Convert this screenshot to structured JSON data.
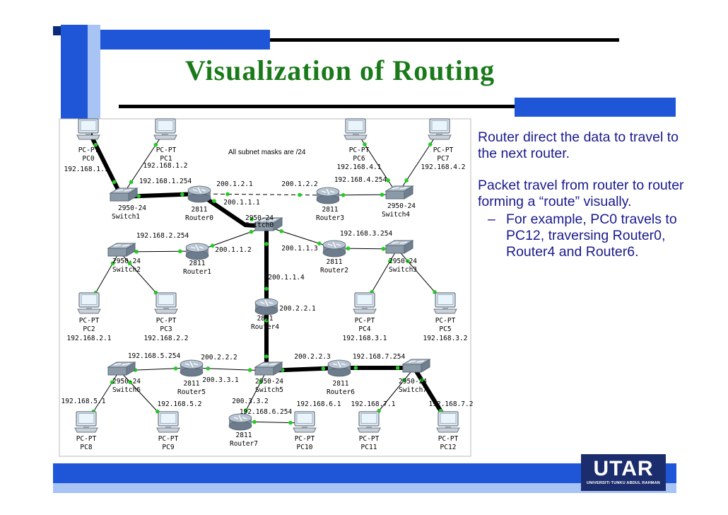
{
  "slide": {
    "title": "Visualization of Routing",
    "bullets": [
      "Router direct the data to travel to the next router.",
      "Packet travel from router to router forming a “route” visually."
    ],
    "sub_bullet_dash": "–",
    "sub_bullet": "For example, PC0 travels to PC12, traversing Router0, Router4 and Router6.",
    "logo_main": "UTAR",
    "logo_sub": "UNIVERSITI TUNKU ABDUL RAHMAN",
    "colors": {
      "title": "#1a7a1a",
      "text": "#1a1a8c",
      "accent_blue": "#1f56d8",
      "light_blue": "#a8c4f5",
      "logo_bg": "#1c2d6e",
      "link_dot": "#22cc22",
      "route": "#000000"
    }
  },
  "diagram": {
    "note": "All subnet masks are /24",
    "devices": [
      {
        "id": "pc0",
        "type": "pc",
        "kind": "PC-PT",
        "name": "PC0",
        "ip": "192.168.1.1"
      },
      {
        "id": "pc1",
        "type": "pc",
        "kind": "PC-PT",
        "name": "PC1",
        "ip": "192.168.1.2"
      },
      {
        "id": "pc6",
        "type": "pc",
        "kind": "PC-PT",
        "name": "PC6",
        "ip": "192.168.4.1"
      },
      {
        "id": "pc7",
        "type": "pc",
        "kind": "PC-PT",
        "name": "PC7",
        "ip": "192.168.4.2"
      },
      {
        "id": "pc2",
        "type": "pc",
        "kind": "PC-PT",
        "name": "PC2",
        "ip": "192.168.2.1"
      },
      {
        "id": "pc3",
        "type": "pc",
        "kind": "PC-PT",
        "name": "PC3",
        "ip": "192.168.2.2"
      },
      {
        "id": "pc4",
        "type": "pc",
        "kind": "PC-PT",
        "name": "PC4",
        "ip": "192.168.3.1"
      },
      {
        "id": "pc5",
        "type": "pc",
        "kind": "PC-PT",
        "name": "PC5",
        "ip": "192.168.3.2"
      },
      {
        "id": "pc8",
        "type": "pc",
        "kind": "PC-PT",
        "name": "PC8",
        "ip": ""
      },
      {
        "id": "pc9",
        "type": "pc",
        "kind": "PC-PT",
        "name": "PC9",
        "ip": ""
      },
      {
        "id": "pc10",
        "type": "pc",
        "kind": "PC-PT",
        "name": "PC10",
        "ip": ""
      },
      {
        "id": "pc11",
        "type": "pc",
        "kind": "PC-PT",
        "name": "PC11",
        "ip": ""
      },
      {
        "id": "pc12",
        "type": "pc",
        "kind": "PC-PT",
        "name": "PC12",
        "ip": ""
      },
      {
        "id": "sw1",
        "type": "switch",
        "kind": "2950-24",
        "name": "Switch1"
      },
      {
        "id": "sw4",
        "type": "switch",
        "kind": "2950-24",
        "name": "Switch4"
      },
      {
        "id": "sw0",
        "type": "switch",
        "kind": "2950-24",
        "name": "Switch0"
      },
      {
        "id": "sw2",
        "type": "switch",
        "kind": "2950-24",
        "name": "Switch2"
      },
      {
        "id": "sw3",
        "type": "switch",
        "kind": "2950-24",
        "name": "Switch3"
      },
      {
        "id": "sw6",
        "type": "switch",
        "kind": "2950-24",
        "name": "Switch6"
      },
      {
        "id": "sw5",
        "type": "switch",
        "kind": "2950-24",
        "name": "Switch5"
      },
      {
        "id": "sw7",
        "type": "switch",
        "kind": "2950-24",
        "name": "Switch7"
      },
      {
        "id": "r0",
        "type": "router",
        "kind": "2811",
        "name": "Router0"
      },
      {
        "id": "r3",
        "type": "router",
        "kind": "2811",
        "name": "Router3"
      },
      {
        "id": "r1",
        "type": "router",
        "kind": "2811",
        "name": "Router1"
      },
      {
        "id": "r2",
        "type": "router",
        "kind": "2811",
        "name": "Router2"
      },
      {
        "id": "r4",
        "type": "router",
        "kind": "2811",
        "name": "Router4"
      },
      {
        "id": "r5",
        "type": "router",
        "kind": "2811",
        "name": "Router5"
      },
      {
        "id": "r6",
        "type": "router",
        "kind": "2811",
        "name": "Router6"
      },
      {
        "id": "r7",
        "type": "router",
        "kind": "2811",
        "name": "Router7"
      }
    ],
    "links": [
      {
        "from": "pc0",
        "to": "sw1",
        "route": true
      },
      {
        "from": "pc1",
        "to": "sw1"
      },
      {
        "from": "sw1",
        "to": "r0",
        "route": true
      },
      {
        "from": "r0",
        "to": "r3",
        "style": "dashed"
      },
      {
        "from": "r3",
        "to": "sw4"
      },
      {
        "from": "pc6",
        "to": "sw4"
      },
      {
        "from": "pc7",
        "to": "sw4"
      },
      {
        "from": "r0",
        "to": "sw0",
        "route": true
      },
      {
        "from": "r1",
        "to": "sw0"
      },
      {
        "from": "sw0",
        "to": "r2"
      },
      {
        "from": "sw0",
        "to": "r4",
        "route": true
      },
      {
        "from": "sw2",
        "to": "r1"
      },
      {
        "from": "sw2",
        "to": "pc2"
      },
      {
        "from": "sw2",
        "to": "pc3"
      },
      {
        "from": "r2",
        "to": "sw3"
      },
      {
        "from": "sw3",
        "to": "pc4"
      },
      {
        "from": "sw3",
        "to": "pc5"
      },
      {
        "from": "r4",
        "to": "sw5",
        "route": true
      },
      {
        "from": "sw5",
        "to": "r6",
        "route": true
      },
      {
        "from": "r6",
        "to": "sw7",
        "route": true
      },
      {
        "from": "sw7",
        "to": "pc12",
        "route": true
      },
      {
        "from": "sw7",
        "to": "pc11"
      },
      {
        "from": "sw6",
        "to": "r5"
      },
      {
        "from": "r5",
        "to": "sw5"
      },
      {
        "from": "sw6",
        "to": "pc8"
      },
      {
        "from": "sw6",
        "to": "pc9"
      },
      {
        "from": "sw5",
        "to": "r7"
      },
      {
        "from": "r7",
        "to": "pc10"
      }
    ],
    "ip_labels": [
      {
        "id": "r0_sw1",
        "text": "192.168.1.254"
      },
      {
        "id": "r0_r3a",
        "text": "200.1.2.1"
      },
      {
        "id": "r0_r3b",
        "text": "200.1.2.2"
      },
      {
        "id": "r3_sw4",
        "text": "192.168.4.254"
      },
      {
        "id": "r0_sw0",
        "text": "200.1.1.1"
      },
      {
        "id": "r1_sw2",
        "text": "192.168.2.254"
      },
      {
        "id": "r2_sw3",
        "text": "192.168.3.254"
      },
      {
        "id": "r1_sw0",
        "text": "200.1.1.2"
      },
      {
        "id": "r2_sw0",
        "text": "200.1.1.3"
      },
      {
        "id": "r4_sw0",
        "text": "200.1.1.4"
      },
      {
        "id": "r4_sw5",
        "text": "200.2.2.1"
      },
      {
        "id": "r5_sw6",
        "text": "192.168.5.254"
      },
      {
        "id": "r5_sw5",
        "text": "200.2.2.2"
      },
      {
        "id": "r6_sw5",
        "text": "200.2.2.3"
      },
      {
        "id": "r6_sw7",
        "text": "192.168.7.254"
      },
      {
        "id": "r5_r7a",
        "text": "200.3.3.1"
      },
      {
        "id": "r5_r7b",
        "text": "200.3.3.2"
      },
      {
        "id": "r7_pc10",
        "text": "192.168.6.254"
      },
      {
        "id": "pc8_ip",
        "text": "192.168.5.1"
      },
      {
        "id": "pc9_ip",
        "text": "192.168.5.2"
      },
      {
        "id": "pc10_ip",
        "text": "192.168.6.1"
      },
      {
        "id": "pc11_ip",
        "text": "192.168.7.1"
      },
      {
        "id": "pc12_ip",
        "text": "192.168.7.2"
      }
    ]
  }
}
